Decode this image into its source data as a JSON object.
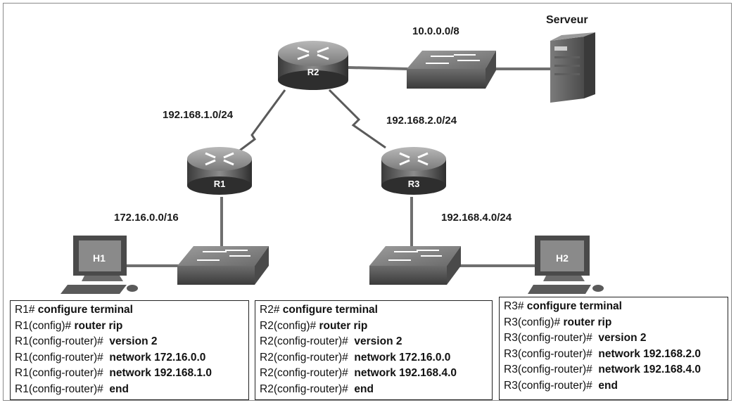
{
  "devices": {
    "r1": "R1",
    "r2": "R2",
    "r3": "R3",
    "h1": "H1",
    "h2": "H2",
    "server": "Serveur"
  },
  "networks": {
    "n10": "10.0.0.0/8",
    "n1921": "192.168.1.0/24",
    "n1922": "192.168.2.0/24",
    "n17216": "172.16.0.0/16",
    "n1924": "192.168.4.0/24"
  },
  "configs": [
    {
      "router": "R1",
      "lines": [
        {
          "prompt": "R1#",
          "cmd": "configure terminal"
        },
        {
          "prompt": "R1(config)#",
          "cmd": "router rip"
        },
        {
          "prompt": "R1(config-router)#",
          "cmd": "version 2"
        },
        {
          "prompt": "R1(config-router)#",
          "cmd": "network 172.16.0.0"
        },
        {
          "prompt": "R1(config-router)#",
          "cmd": "network 192.168.1.0"
        },
        {
          "prompt": "R1(config-router)#",
          "cmd": "end"
        }
      ]
    },
    {
      "router": "R2",
      "lines": [
        {
          "prompt": "R2#",
          "cmd": "configure terminal"
        },
        {
          "prompt": "R2(config)#",
          "cmd": "router rip"
        },
        {
          "prompt": "R2(config-router)#",
          "cmd": "version 2"
        },
        {
          "prompt": "R2(config-router)#",
          "cmd": "network 172.16.0.0"
        },
        {
          "prompt": "R2(config-router)#",
          "cmd": "network 192.168.4.0"
        },
        {
          "prompt": "R2(config-router)#",
          "cmd": "end"
        }
      ]
    },
    {
      "router": "R3",
      "lines": [
        {
          "prompt": "R3#",
          "cmd": "configure terminal"
        },
        {
          "prompt": "R3(config)#",
          "cmd": "router rip"
        },
        {
          "prompt": "R3(config-router)#",
          "cmd": "version 2"
        },
        {
          "prompt": "R3(config-router)#",
          "cmd": "network 192.168.2.0"
        },
        {
          "prompt": "R3(config-router)#",
          "cmd": "network 192.168.4.0"
        },
        {
          "prompt": "R3(config-router)#",
          "cmd": "end"
        }
      ]
    }
  ]
}
